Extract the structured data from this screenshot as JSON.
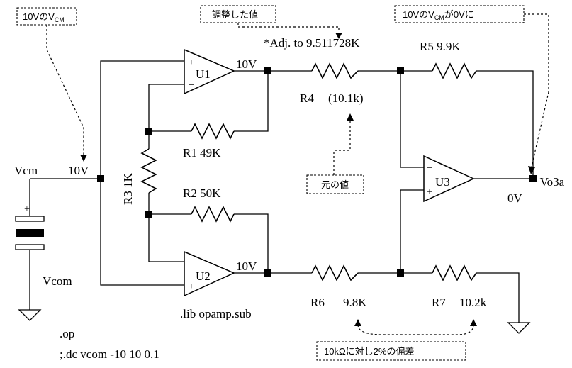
{
  "callouts": {
    "vcm_input": [
      "10Vの",
      "V",
      "CM"
    ],
    "adjusted_value": "調整した値",
    "vcm_output": [
      "10Vの",
      "V",
      "CM",
      "が0Vに"
    ],
    "original_value": "元の値",
    "deviation": "10kΩに対し2%の偏差"
  },
  "components": {
    "u1": "U1",
    "u2": "U2",
    "u3": "U3",
    "r1": "R1 49K",
    "r2": "R2 50K",
    "r3": "R3 1K",
    "r4_name": "R4",
    "r4_original": "(10.1k)",
    "r4_adj": "*Adj. to 9.511728K",
    "r5": "R5 9.9K",
    "r6_name": "R6",
    "r6_value": "9.8K",
    "r7_name": "R7",
    "r7_value": "10.2k"
  },
  "nets": {
    "vcm": "Vcm",
    "vcom": "Vcom",
    "input_voltage": "10V",
    "u1_out": "10V",
    "u2_out": "10V",
    "vo3a": "Vo3a",
    "vo3a_voltage": "0V"
  },
  "pins": {
    "plus": "+",
    "minus": "−"
  },
  "directives": {
    "lib": ".lib opamp.sub",
    "op": ".op",
    "dc": ";.dc vcom -10 10 0.1"
  }
}
